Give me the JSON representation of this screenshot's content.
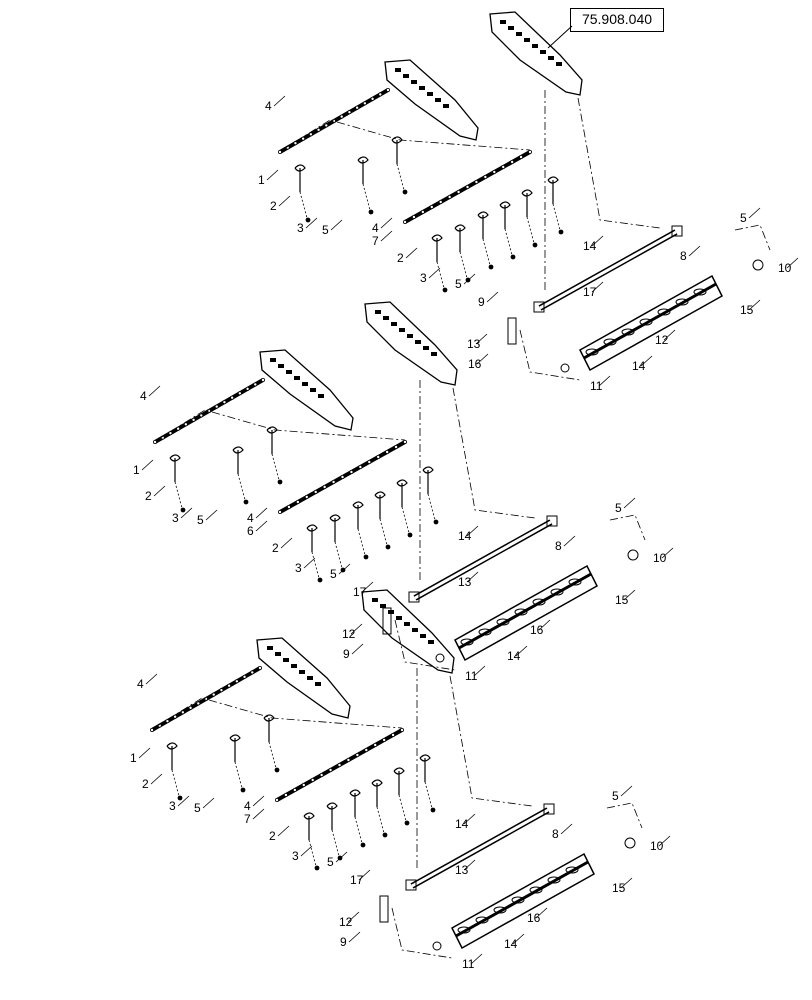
{
  "reference_code": "75.908.040",
  "colors": {
    "line": "#000000",
    "background": "#ffffff"
  },
  "groups": [
    {
      "id": "upper",
      "callouts": [
        "4",
        "1",
        "2",
        "3",
        "5",
        "4",
        "7",
        "2",
        "3",
        "5",
        "14",
        "8",
        "9",
        "13",
        "16",
        "17",
        "12",
        "11",
        "14",
        "5",
        "10",
        "15"
      ]
    },
    {
      "id": "middle",
      "callouts": [
        "4",
        "1",
        "2",
        "3",
        "5",
        "4",
        "6",
        "2",
        "3",
        "5",
        "14",
        "8",
        "17",
        "12",
        "9",
        "13",
        "16",
        "11",
        "14",
        "5",
        "10",
        "15"
      ]
    },
    {
      "id": "lower",
      "callouts": [
        "4",
        "1",
        "2",
        "3",
        "5",
        "4",
        "7",
        "2",
        "3",
        "5",
        "14",
        "8",
        "17",
        "12",
        "9",
        "13",
        "16",
        "11",
        "14",
        "5",
        "10",
        "15"
      ]
    }
  ]
}
